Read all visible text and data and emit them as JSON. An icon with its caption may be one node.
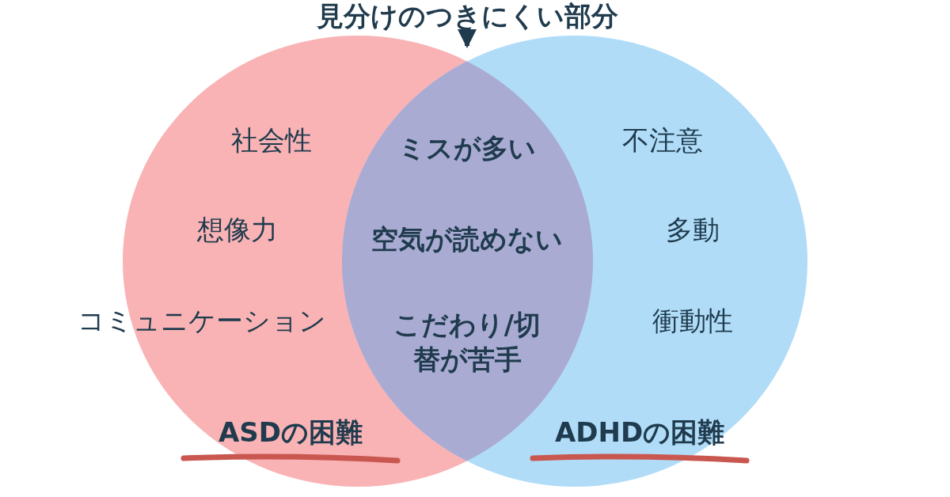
{
  "diagram": {
    "nodes": [
      {
        "text": [
          "社会性",
          "想像力",
          "コミュニケーション",
          "ASDの困難"
        ]
      },
      {
        "text": [
          "不注意",
          "多動",
          "衝動性",
          "ADHDの困難"
        ]
      },
      {
        "text": [
          "ミスが多い",
          "空気が読めない",
          "こだわり/切替が苦手"
        ]
      },
      {
        "text": [
          "見分けのつきにくい部分"
        ]
      }
    ],
    "edges": [
      {
        "from": 3,
        "to": 2,
        "arrow": "to"
      }
    ]
  }
}
